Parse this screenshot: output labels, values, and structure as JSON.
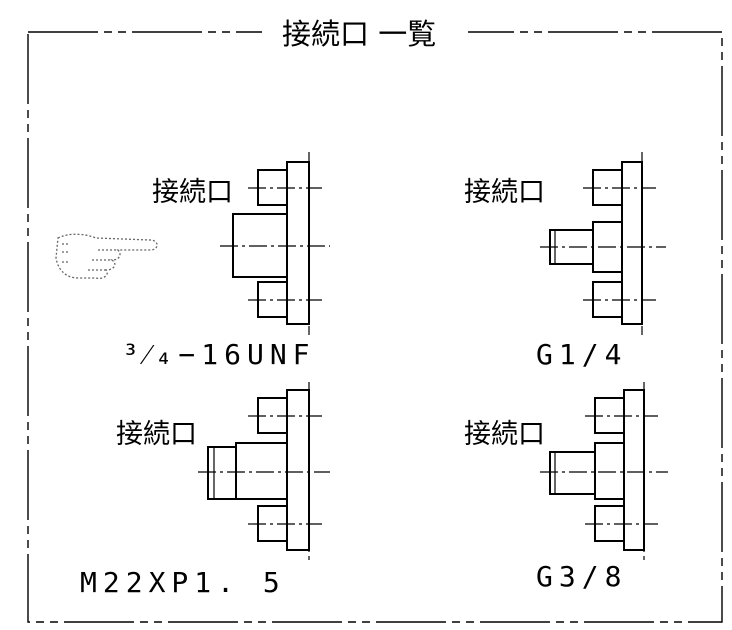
{
  "title": "接続口 一覧",
  "connection_label": "接続口",
  "pointer_icon": "pointing-hand-icon",
  "specs": {
    "top_left": "³⁄₄−16UNF",
    "top_right": "G1/4",
    "bottom_left": "M22XP1. 5",
    "bottom_right": "G3/8"
  }
}
